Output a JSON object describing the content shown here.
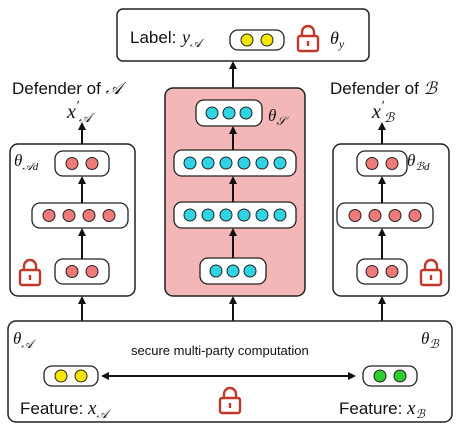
{
  "top": {
    "label_text": "Label: ",
    "label_var": "y",
    "label_sub": "𝒜",
    "theta": "θ",
    "theta_sub": "y"
  },
  "left": {
    "title_prefix": "Defender of ",
    "title_set": "𝒜",
    "output_var": "x",
    "output_sub": "𝒜",
    "prime": "′",
    "theta": "θ",
    "theta_sub": "𝒜d"
  },
  "middle": {
    "theta": "θ",
    "theta_sub": "𝒮"
  },
  "right": {
    "title_prefix": "Defender of ",
    "title_set": "ℬ",
    "output_var": "x",
    "output_sub": "ℬ",
    "prime": "′",
    "theta": "θ",
    "theta_sub": "ℬd"
  },
  "bottom": {
    "theta_a": "θ",
    "theta_a_sub": "𝒜",
    "theta_b": "θ",
    "theta_b_sub": "ℬ",
    "mpc_text": "secure multi-party computation",
    "feature_a_text": "Feature: ",
    "feature_a_var": "x",
    "feature_a_sub": "𝒜",
    "feature_b_text": "Feature: ",
    "feature_b_var": "x",
    "feature_b_sub": "ℬ"
  },
  "colors": {
    "panel_border": "#222222",
    "shared_fill": "#f3b7b7",
    "node_red": "#ef7a7a",
    "node_cyan": "#2fd3e3",
    "node_yellow": "#f7e600",
    "node_green": "#2ecc2e",
    "lock": "#c0392b"
  },
  "icons": [
    "lock-icon",
    "arrow-icon"
  ]
}
